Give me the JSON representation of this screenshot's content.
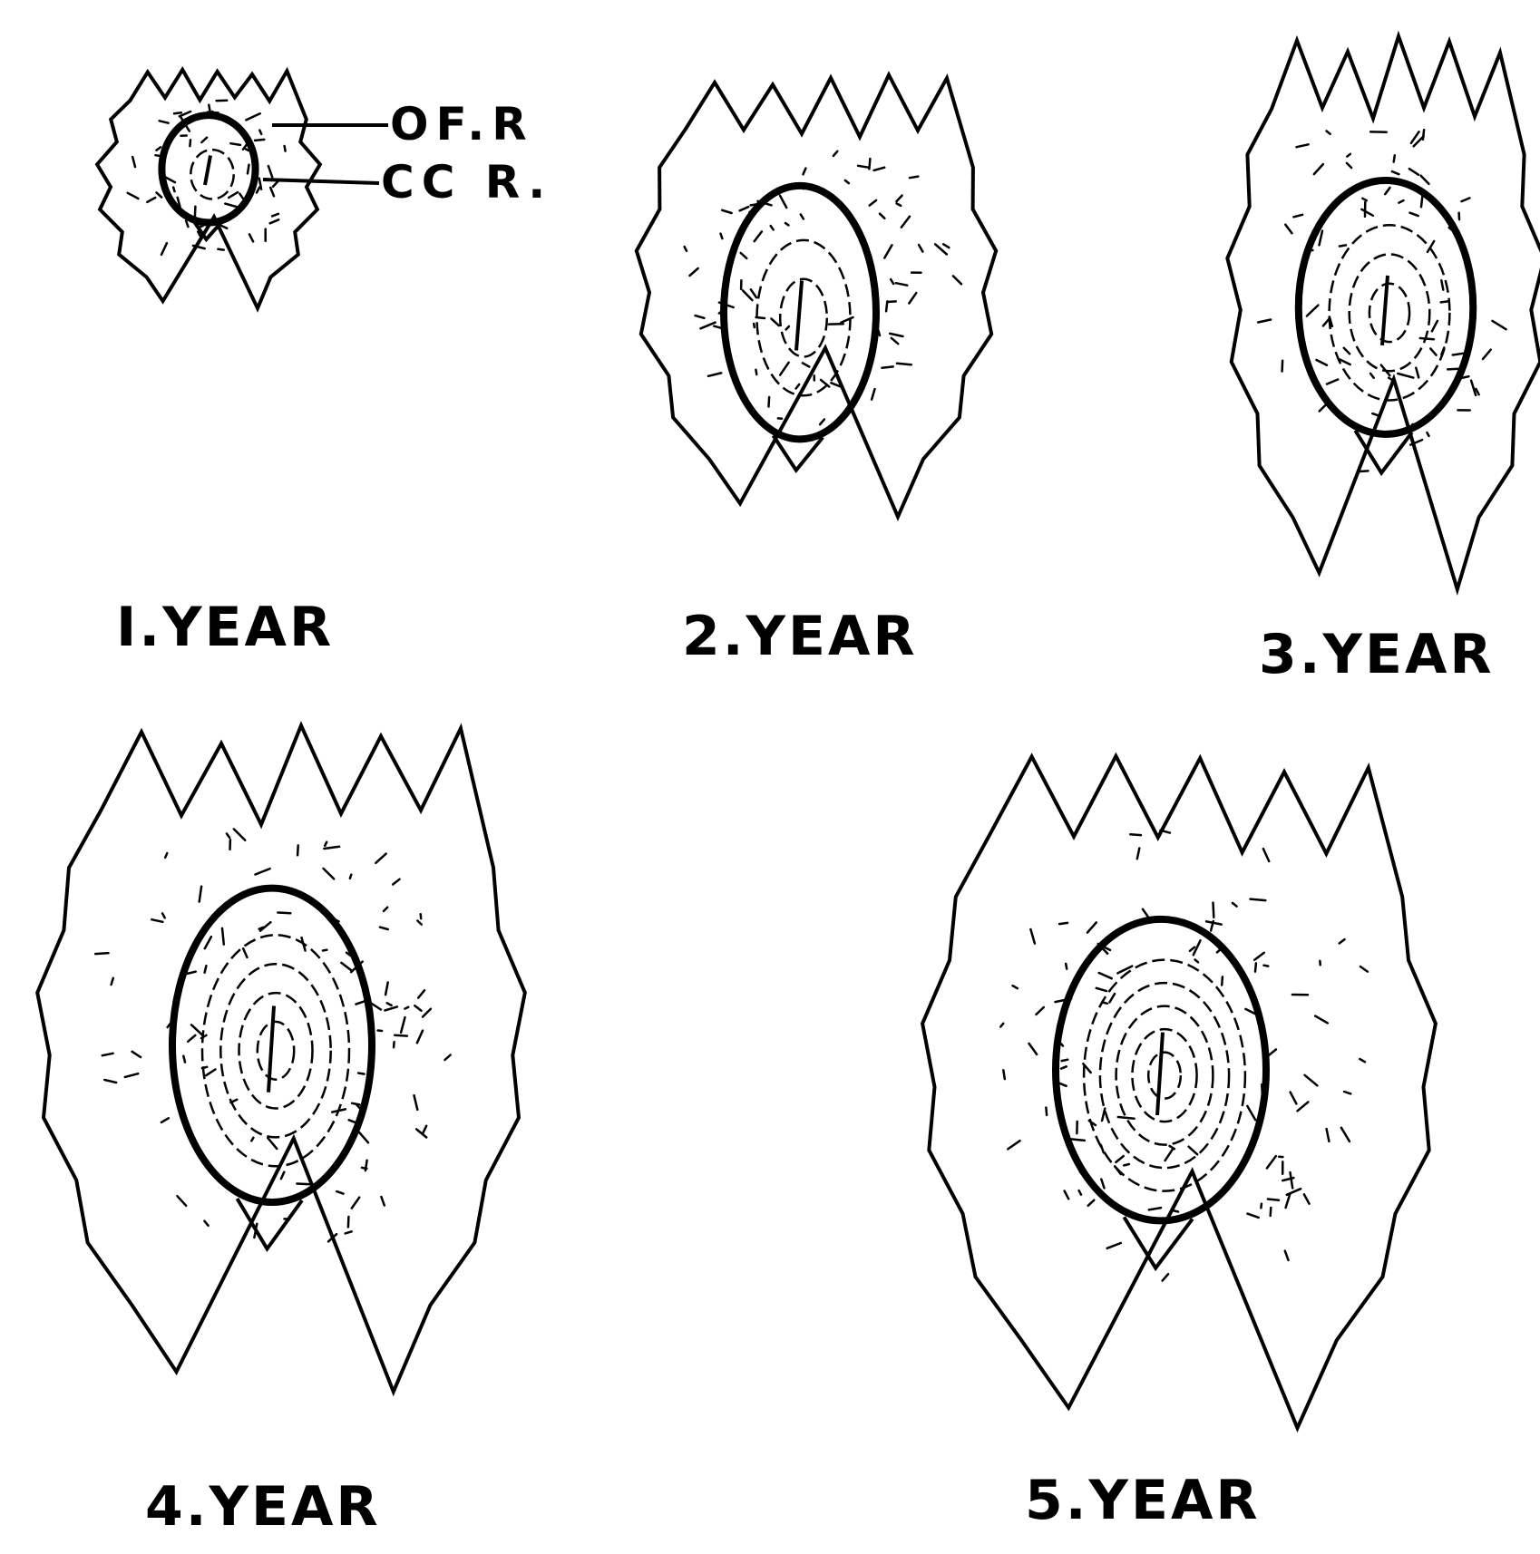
{
  "figure": {
    "ink_color": "#000000",
    "background_color": "#ffffff",
    "scales": [
      {
        "id": "scale-year-1",
        "caption": "I.YEAR",
        "annual_rings": 1
      },
      {
        "id": "scale-year-2",
        "caption": "2.YEAR",
        "annual_rings": 2
      },
      {
        "id": "scale-year-3",
        "caption": "3.YEAR",
        "annual_rings": 3
      },
      {
        "id": "scale-year-4",
        "caption": "4.YEAR",
        "annual_rings": 4
      },
      {
        "id": "scale-year-5",
        "caption": "5.YEAR",
        "annual_rings": 5
      }
    ],
    "callouts": {
      "ofr": "OF.R",
      "ccr": "CC R."
    }
  }
}
